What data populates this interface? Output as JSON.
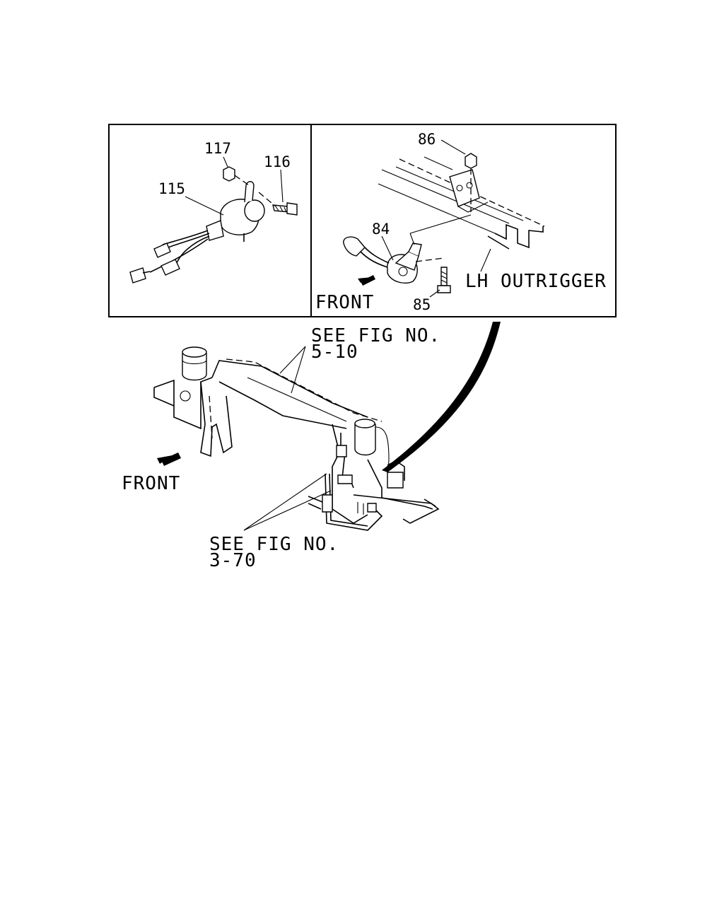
{
  "callouts": {
    "p115": "115",
    "p116": "116",
    "p117": "117",
    "p84": "84",
    "p85": "85",
    "p86": "86"
  },
  "labels": {
    "lh_outrigger": "LH OUTRIGGER",
    "front_inset": "FRONT",
    "front_main": "FRONT",
    "see_fig_upper_1": "SEE FIG NO.",
    "see_fig_upper_2": "5-10",
    "see_fig_lower_1": "SEE FIG NO.",
    "see_fig_lower_2": "3-70"
  }
}
